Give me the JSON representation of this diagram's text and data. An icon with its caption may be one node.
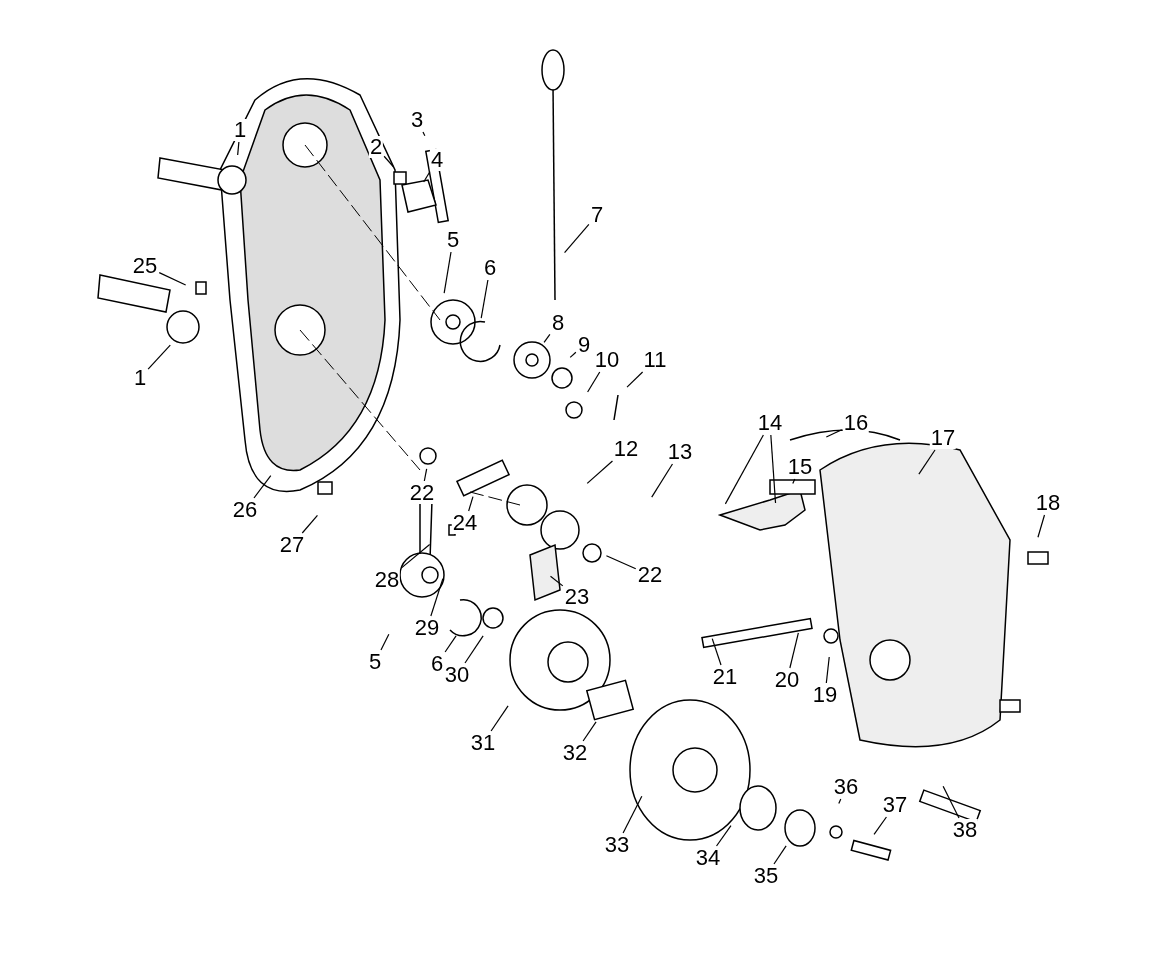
{
  "diagram": {
    "nodes": [
      {
        "text": [
          "1"
        ]
      },
      {
        "text": [
          "2"
        ]
      },
      {
        "text": [
          "3"
        ]
      },
      {
        "text": [
          "4"
        ]
      },
      {
        "text": [
          "7"
        ]
      },
      {
        "text": [
          "5"
        ]
      },
      {
        "text": [
          "25"
        ]
      },
      {
        "text": [
          "6"
        ]
      },
      {
        "text": [
          "8"
        ]
      },
      {
        "text": [
          "9"
        ]
      },
      {
        "text": [
          "10"
        ]
      },
      {
        "text": [
          "11"
        ]
      },
      {
        "text": [
          "1"
        ]
      },
      {
        "text": [
          "14"
        ]
      },
      {
        "text": [
          "16"
        ]
      },
      {
        "text": [
          "17"
        ]
      },
      {
        "text": [
          "12"
        ]
      },
      {
        "text": [
          "13"
        ]
      },
      {
        "text": [
          "15"
        ]
      },
      {
        "text": [
          "22"
        ]
      },
      {
        "text": [
          "18"
        ]
      },
      {
        "text": [
          "26"
        ]
      },
      {
        "text": [
          "24"
        ]
      },
      {
        "text": [
          "27"
        ]
      },
      {
        "text": [
          "22"
        ]
      },
      {
        "text": [
          "28"
        ]
      },
      {
        "text": [
          "23"
        ]
      },
      {
        "text": [
          "29"
        ]
      },
      {
        "text": [
          "5"
        ]
      },
      {
        "text": [
          "6"
        ]
      },
      {
        "text": [
          "30"
        ]
      },
      {
        "text": [
          "21"
        ]
      },
      {
        "text": [
          "20"
        ]
      },
      {
        "text": [
          "19"
        ]
      },
      {
        "text": [
          "31"
        ]
      },
      {
        "text": [
          "32"
        ]
      },
      {
        "text": [
          "36"
        ]
      },
      {
        "text": [
          "37"
        ]
      },
      {
        "text": [
          "38"
        ]
      },
      {
        "text": [
          "33"
        ]
      },
      {
        "text": [
          "34"
        ]
      },
      {
        "text": [
          "35"
        ]
      }
    ],
    "edges": [
      {
        "from": 0,
        "to": null,
        "arrow": "none"
      },
      {
        "from": 1,
        "to": null,
        "arrow": "none"
      },
      {
        "from": 2,
        "to": null,
        "arrow": "none"
      },
      {
        "from": 3,
        "to": null,
        "arrow": "none"
      },
      {
        "from": 4,
        "to": null,
        "arrow": "none"
      },
      {
        "from": 5,
        "to": null,
        "arrow": "none"
      },
      {
        "from": 6,
        "to": null,
        "arrow": "none"
      },
      {
        "from": 7,
        "to": null,
        "arrow": "none"
      },
      {
        "from": 8,
        "to": null,
        "arrow": "none"
      },
      {
        "from": 9,
        "to": null,
        "arrow": "none"
      },
      {
        "from": 10,
        "to": null,
        "arrow": "none"
      },
      {
        "from": 11,
        "to": null,
        "arrow": "none"
      },
      {
        "from": 12,
        "to": null,
        "arrow": "none"
      },
      {
        "from": 13,
        "to": null,
        "arrow": "none"
      },
      {
        "from": 13,
        "to": null,
        "arrow": "none"
      },
      {
        "from": 14,
        "to": null,
        "arrow": "none"
      },
      {
        "from": 15,
        "to": null,
        "arrow": "none"
      },
      {
        "from": 16,
        "to": null,
        "arrow": "none"
      },
      {
        "from": 17,
        "to": null,
        "arrow": "none"
      },
      {
        "from": 18,
        "to": null,
        "arrow": "none"
      },
      {
        "from": 19,
        "to": null,
        "arrow": "none"
      },
      {
        "from": 20,
        "to": null,
        "arrow": "none"
      },
      {
        "from": 21,
        "to": null,
        "arrow": "none"
      },
      {
        "from": 22,
        "to": null,
        "arrow": "none"
      },
      {
        "from": 23,
        "to": null,
        "arrow": "none"
      },
      {
        "from": 24,
        "to": null,
        "arrow": "none"
      },
      {
        "from": 25,
        "to": null,
        "arrow": "none"
      },
      {
        "from": 26,
        "to": null,
        "arrow": "none"
      },
      {
        "from": 27,
        "to": null,
        "arrow": "none"
      },
      {
        "from": 28,
        "to": null,
        "arrow": "none"
      },
      {
        "from": 29,
        "to": null,
        "arrow": "none"
      },
      {
        "from": 30,
        "to": null,
        "arrow": "none"
      },
      {
        "from": 31,
        "to": null,
        "arrow": "none"
      },
      {
        "from": 32,
        "to": null,
        "arrow": "none"
      },
      {
        "from": 33,
        "to": null,
        "arrow": "none"
      },
      {
        "from": 34,
        "to": null,
        "arrow": "none"
      },
      {
        "from": 35,
        "to": null,
        "arrow": "none"
      },
      {
        "from": 36,
        "to": null,
        "arrow": "none"
      },
      {
        "from": 37,
        "to": null,
        "arrow": "none"
      },
      {
        "from": 38,
        "to": null,
        "arrow": "none"
      },
      {
        "from": 39,
        "to": null,
        "arrow": "none"
      },
      {
        "from": 40,
        "to": null,
        "arrow": "none"
      },
      {
        "from": 41,
        "to": null,
        "arrow": "none"
      }
    ]
  }
}
